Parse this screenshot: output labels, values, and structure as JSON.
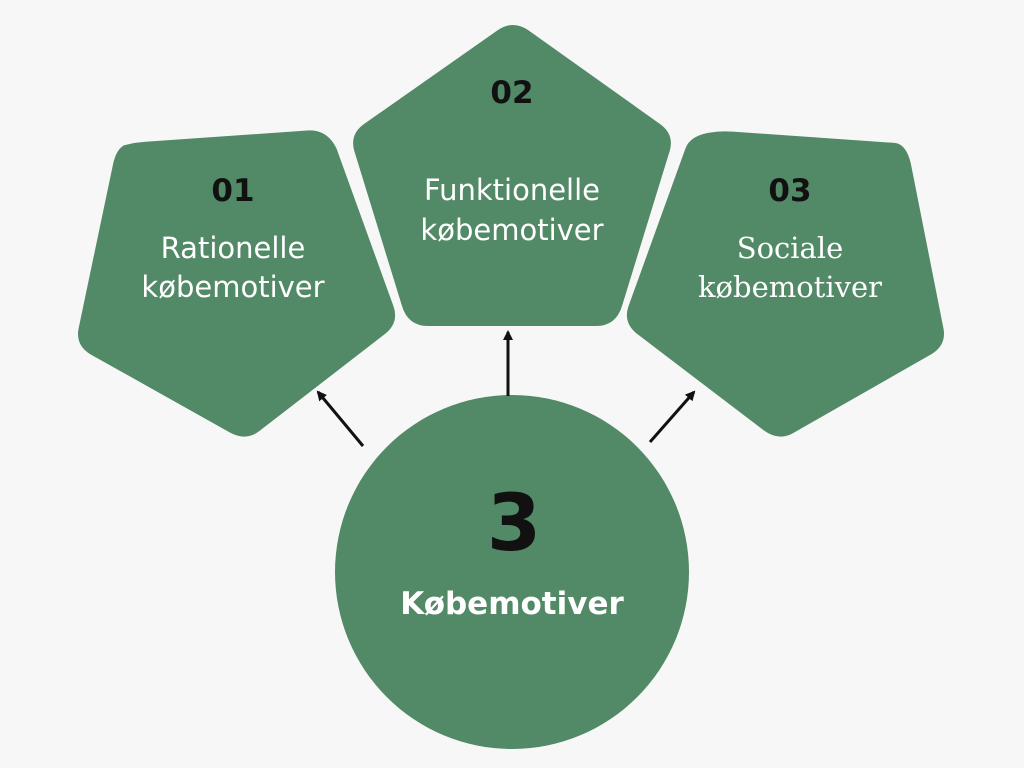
{
  "colors": {
    "background": "#f7f7f7",
    "shape_fill": "#528966",
    "number_text": "#111111",
    "label_text": "#ffffff",
    "arrow": "#111111"
  },
  "center": {
    "number": "3",
    "label": "Købemotiver"
  },
  "motives": [
    {
      "number": "01",
      "line1": "Rationelle",
      "line2": "købemotiver"
    },
    {
      "number": "02",
      "line1": "Funktionelle",
      "line2": "købemotiver"
    },
    {
      "number": "03",
      "line1": "Sociale",
      "line2": "købemotiver"
    }
  ]
}
